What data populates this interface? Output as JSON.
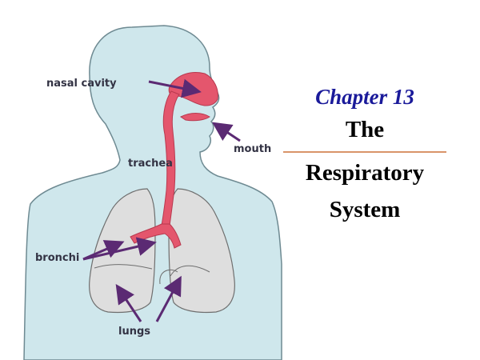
{
  "diagram": {
    "labels": {
      "nasal_cavity": "nasal cavity",
      "mouth": "mouth",
      "trachea": "trachea",
      "bronchi": "bronchi",
      "lungs": "lungs"
    },
    "colors": {
      "body_fill": "#cfe7ec",
      "body_outline": "#6e8a92",
      "lung_fill": "#dedede",
      "airway": "#e4566d",
      "arrow": "#5b2a73",
      "label_text": "#333344"
    }
  },
  "title": {
    "chapter": "Chapter 13",
    "line1": "The",
    "line2": "Respiratory",
    "line3": "System",
    "chapter_color": "#1a1a9a",
    "rule_color": "#d9946a"
  }
}
